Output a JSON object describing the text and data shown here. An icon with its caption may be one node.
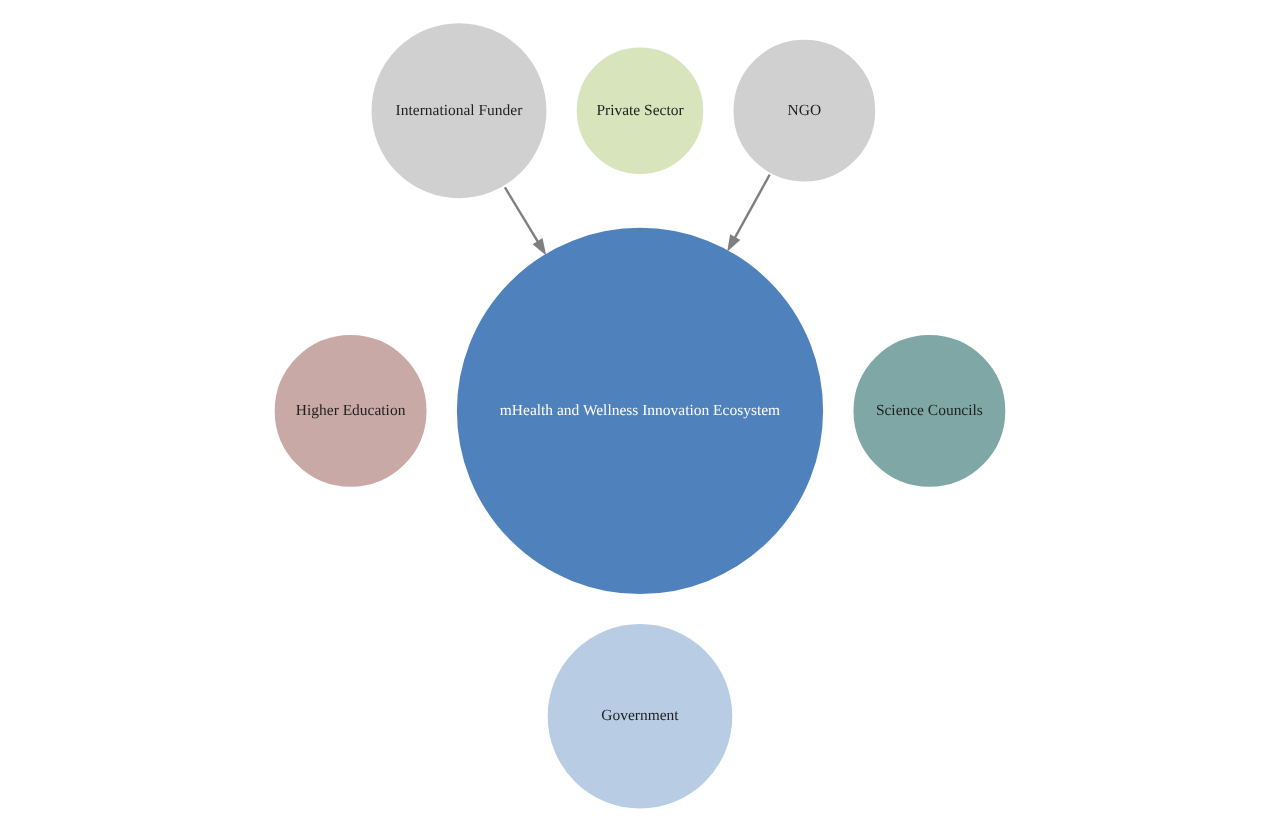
{
  "diagram": {
    "nodes": [
      {
        "text": [
          "Government"
        ]
      },
      {
        "text": [
          "Private Sector"
        ]
      },
      {
        "text": [
          "Higher Education"
        ]
      },
      {
        "text": [
          "Science Councils"
        ]
      },
      {
        "text": [
          "mHealth and Wellness Innovation Ecosystem"
        ]
      },
      {
        "text": [
          "International Funder"
        ]
      },
      {
        "text": [
          "NGO"
        ]
      }
    ],
    "edges": [
      {
        "from": 5,
        "to": 4,
        "arrow": "to"
      },
      {
        "from": 6,
        "to": 4,
        "arrow": "to"
      }
    ]
  }
}
